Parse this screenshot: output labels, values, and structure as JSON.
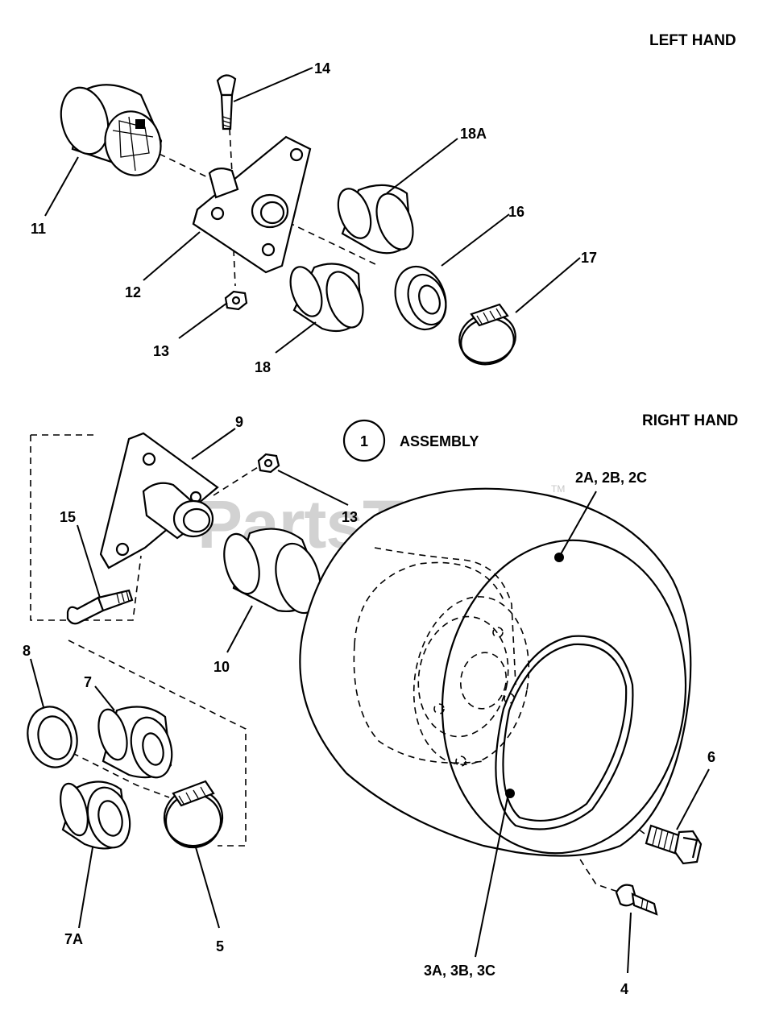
{
  "headings": {
    "left_hand": "LEFT HAND",
    "right_hand": "RIGHT HAND"
  },
  "assembly": {
    "number": "1",
    "label": "ASSEMBLY"
  },
  "watermark": {
    "text": "PartsTree",
    "tm": "TM"
  },
  "callouts": {
    "c14": "14",
    "c18a": "18A",
    "c16": "16",
    "c17": "17",
    "c11": "11",
    "c12": "12",
    "c13a": "13",
    "c18": "18",
    "c9": "9",
    "c13b": "13",
    "c15": "15",
    "c10": "10",
    "c2": "2A, 2B, 2C",
    "c8": "8",
    "c7": "7",
    "c6": "6",
    "c7a": "7A",
    "c5": "5",
    "c3": "3A, 3B, 3C",
    "c4": "4"
  }
}
